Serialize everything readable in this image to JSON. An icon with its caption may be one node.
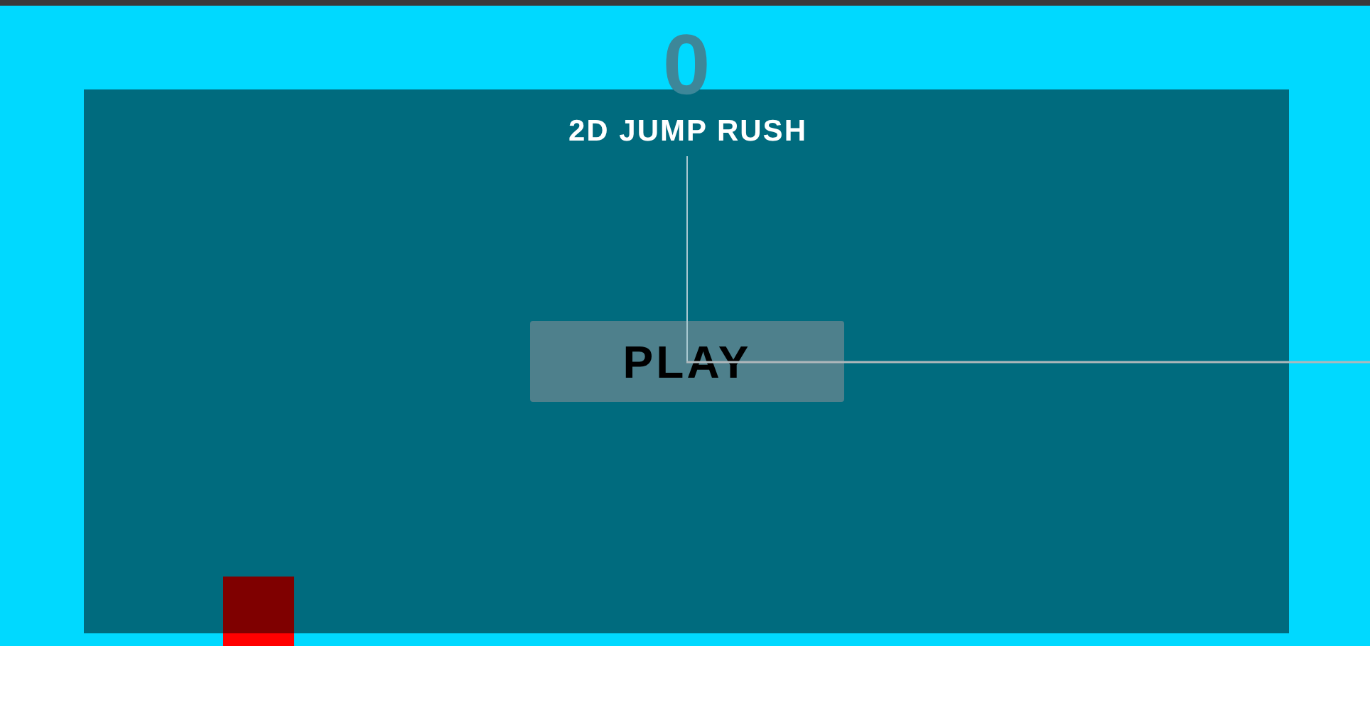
{
  "diagram": {
    "nodes": [
      {
        "text": [
          "PLAY"
        ]
      },
      {
        "text": [],
        "shape": "box"
      }
    ],
    "labels": [
      "0",
      "2D JUMP RUSH"
    ]
  }
}
